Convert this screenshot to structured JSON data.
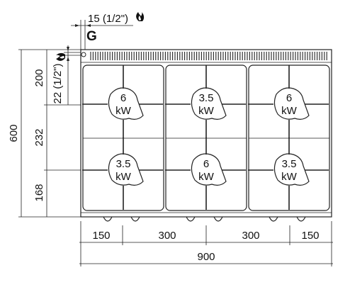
{
  "top_dim": {
    "text": "15 (1/2\")"
  },
  "connection_label": "G",
  "side_gas_dim": {
    "text": "22 (1/2\")"
  },
  "burners": [
    {
      "power": "6",
      "unit": "kW"
    },
    {
      "power": "3.5",
      "unit": "kW"
    },
    {
      "power": "6",
      "unit": "kW"
    },
    {
      "power": "3.5",
      "unit": "kW"
    },
    {
      "power": "6",
      "unit": "kW"
    },
    {
      "power": "3.5",
      "unit": "kW"
    }
  ],
  "left_dims": {
    "total": "600",
    "seg1": "200",
    "seg2": "232",
    "seg3": "168"
  },
  "bottom_dims": {
    "seg1": "150",
    "seg2": "300",
    "seg3": "300",
    "seg4": "150",
    "total": "900"
  },
  "icons": {
    "gas": "flame-icon"
  }
}
